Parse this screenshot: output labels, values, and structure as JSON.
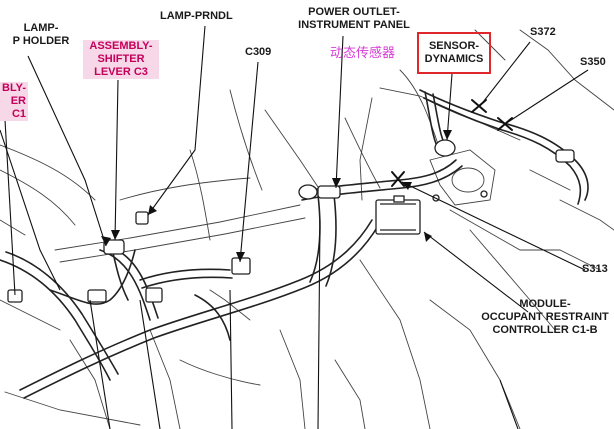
{
  "labels": {
    "lamp_holder_1": "LAMP-",
    "lamp_holder_2": "P HOLDER",
    "assembly_shifter_1": "ASSEMBLY-",
    "assembly_shifter_2": "SHIFTER",
    "assembly_shifter_3": "LEVER C3",
    "assembly_left_1": "BLY-",
    "assembly_left_2": "ER",
    "assembly_left_3": "C1",
    "lamp_prndl": "LAMP-PRNDL",
    "c309": "C309",
    "power_outlet_1": "POWER OUTLET-",
    "power_outlet_2": "INSTRUMENT PANEL",
    "chinese_caption": "动态传感器",
    "sensor_dynamics_1": "SENSOR-",
    "sensor_dynamics_2": "DYNAMICS",
    "s372": "S372",
    "s350": "S350",
    "s313": "S313",
    "module_1": "MODULE-",
    "module_2": "OCCUPANT RESTRAINT",
    "module_3": "CONTROLLER C1-B"
  },
  "colors": {
    "line": "#222222",
    "highlight_box": "#e0282c",
    "highlight_text": "#c4005a",
    "highlight_bg": "#f7d8e8",
    "caption": "#d63cd6"
  }
}
